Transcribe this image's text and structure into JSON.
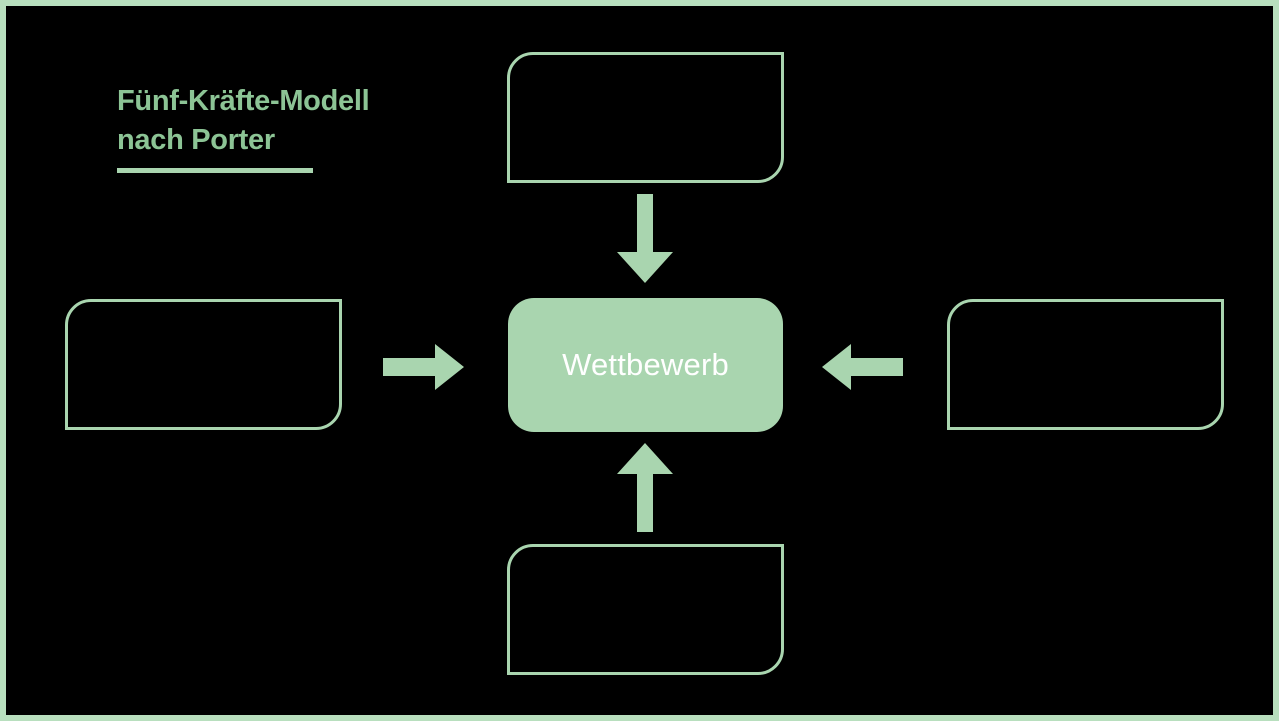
{
  "slide": {
    "background_color": "#000000",
    "border_color": "#b8dfbe",
    "accent_color": "#a9d5af",
    "title_color": "#8cc495",
    "center_fill_color": "#a9d5af",
    "center_text_color": "#ffffff"
  },
  "title": {
    "text": "Fünf-Kräfte-Modell\nnach Porter"
  },
  "center": {
    "label": "Wettbewerb"
  },
  "forces": [
    {
      "id": "top",
      "label": ""
    },
    {
      "id": "left",
      "label": ""
    },
    {
      "id": "right",
      "label": ""
    },
    {
      "id": "bottom",
      "label": ""
    }
  ],
  "arrows": [
    {
      "id": "top",
      "direction": "down",
      "icon": "arrow-down-icon"
    },
    {
      "id": "left",
      "direction": "right",
      "icon": "arrow-right-icon"
    },
    {
      "id": "right",
      "direction": "left",
      "icon": "arrow-left-icon"
    },
    {
      "id": "bottom",
      "direction": "up",
      "icon": "arrow-up-icon"
    }
  ]
}
